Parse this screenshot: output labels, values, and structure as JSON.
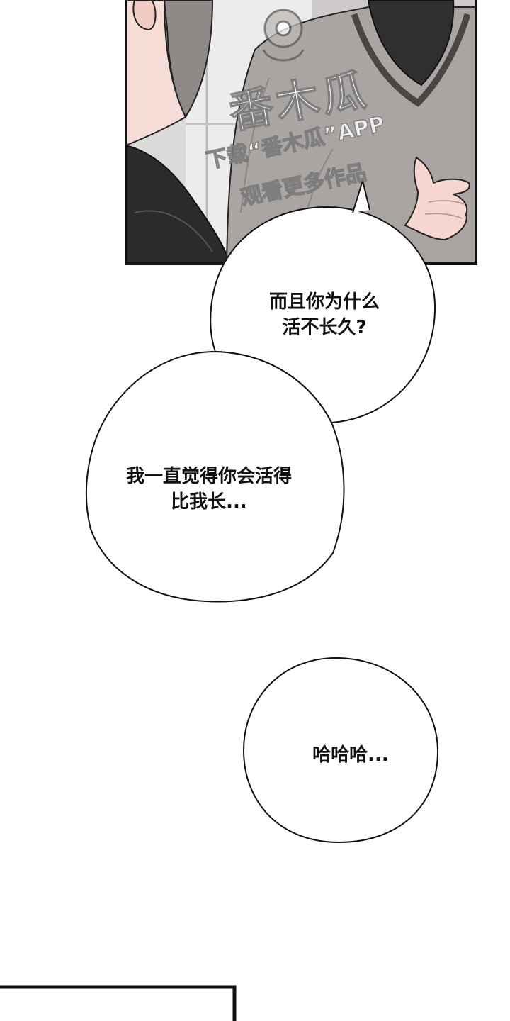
{
  "comic": {
    "colors": {
      "panel_border": "#111111",
      "sweater": "#a9a4a2",
      "turtleneck": "#2e2e2e",
      "skin": "#f6d6d0",
      "hair": "#8c8785",
      "dark_jacket": "#2a2a2a",
      "background_window": "#d9d6d6"
    },
    "watermark": {
      "logo_text": "番木瓜",
      "line1": "下载“番木瓜”APP",
      "line2": "观看更多作品"
    },
    "bubbles": [
      {
        "lines": [
          "而且你为什么",
          "活不长久?"
        ]
      },
      {
        "lines": [
          "我一直觉得你会活得",
          "比我长..."
        ]
      },
      {
        "lines": [
          "哈哈哈..."
        ]
      }
    ]
  }
}
